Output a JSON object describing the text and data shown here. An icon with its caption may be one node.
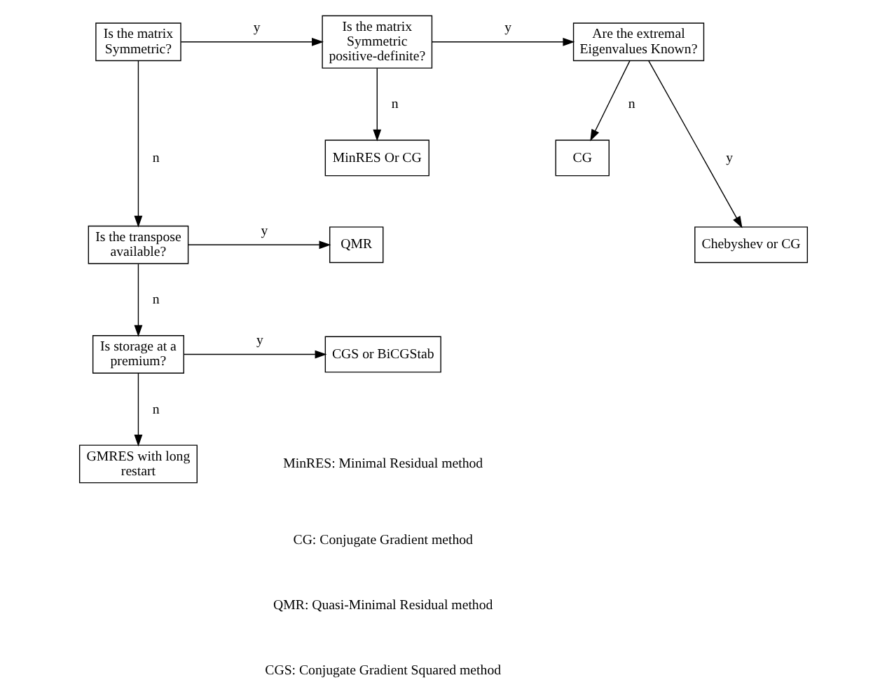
{
  "diagram": {
    "nodes": [
      {
        "text": [
          "Is the matrix Symmetric?"
        ]
      },
      {
        "text": [
          "Is the matrix Symmetric positive-definite?"
        ]
      },
      {
        "text": [
          "Are the extremal Eigenvalues Known?"
        ]
      },
      {
        "text": [
          "MinRES Or CG"
        ]
      },
      {
        "text": [
          "CG"
        ]
      },
      {
        "text": [
          "Chebyshev or CG"
        ]
      },
      {
        "text": [
          "Is the transpose available?"
        ]
      },
      {
        "text": [
          "QMR"
        ]
      },
      {
        "text": [
          "Is storage at a premium?"
        ]
      },
      {
        "text": [
          "CGS or BiCGStab"
        ]
      },
      {
        "text": [
          "GMRES with long restart"
        ]
      }
    ],
    "edges": [
      {
        "from": 0,
        "to": 1,
        "arrow": "to",
        "label": "y"
      },
      {
        "from": 0,
        "to": 6,
        "arrow": "to",
        "label": "n"
      },
      {
        "from": 1,
        "to": 2,
        "arrow": "to",
        "label": "y"
      },
      {
        "from": 1,
        "to": 3,
        "arrow": "to",
        "label": "n"
      },
      {
        "from": 2,
        "to": 4,
        "arrow": "to",
        "label": "n"
      },
      {
        "from": 2,
        "to": 5,
        "arrow": "to",
        "label": "y"
      },
      {
        "from": 6,
        "to": 7,
        "arrow": "to",
        "label": "y"
      },
      {
        "from": 6,
        "to": 8,
        "arrow": "to",
        "label": "n"
      },
      {
        "from": 8,
        "to": 9,
        "arrow": "to",
        "label": "y"
      },
      {
        "from": 8,
        "to": 10,
        "arrow": "to",
        "label": "n"
      }
    ],
    "labels": [
      "MinRES: Minimal Residual method",
      "CG: Conjugate Gradient method",
      "QMR: Quasi-Minimal Residual method",
      "CGS: Conjugate Gradient Squared method"
    ]
  }
}
